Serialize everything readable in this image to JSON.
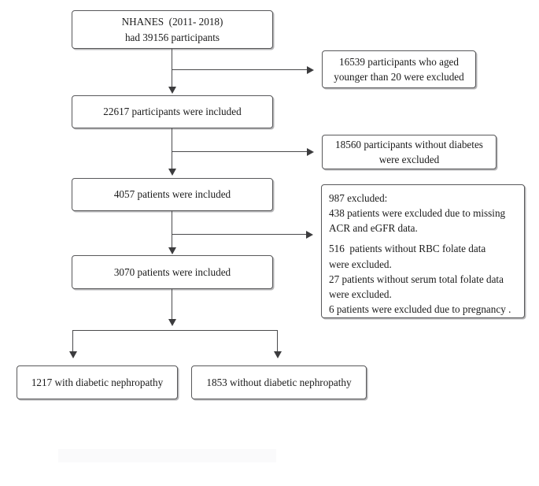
{
  "diagram": {
    "title": "NHANES participant selection flow chart",
    "line_color": "#4a4a4c",
    "box_border_color": "#58585a",
    "background": "#ffffff",
    "nodes": {
      "cohort_source": {
        "line1": "NHANES  (2011- 2018)",
        "line2": "had 39156 participants"
      },
      "excluded_age": {
        "line1": "16539 participants who aged",
        "line2": "younger than 20 were excluded"
      },
      "included_20plus": {
        "line1": "22617 participants were included"
      },
      "excluded_nodiabetes": {
        "line1": "18560 participants without diabetes",
        "line2": "were excluded"
      },
      "included_diabetes": {
        "line1": "4057 patients were included"
      },
      "excluded_data": {
        "line1": "987 excluded:",
        "line2": "438 patients were excluded due to missing",
        "line3": "ACR and eGFR data.",
        "line4": "516  patients without RBC folate data",
        "line5": "were excluded.",
        "line6": "27 patients without serum total folate data",
        "line7": "were excluded.",
        "line8": "6 patients were excluded due to pregnancy ."
      },
      "included_final": {
        "line1": "3070 patients were included"
      },
      "group_with_dn": {
        "line1": "1217 with diabetic nephropathy"
      },
      "group_without_dn": {
        "line1": "1853 without diabetic nephropathy"
      }
    }
  }
}
